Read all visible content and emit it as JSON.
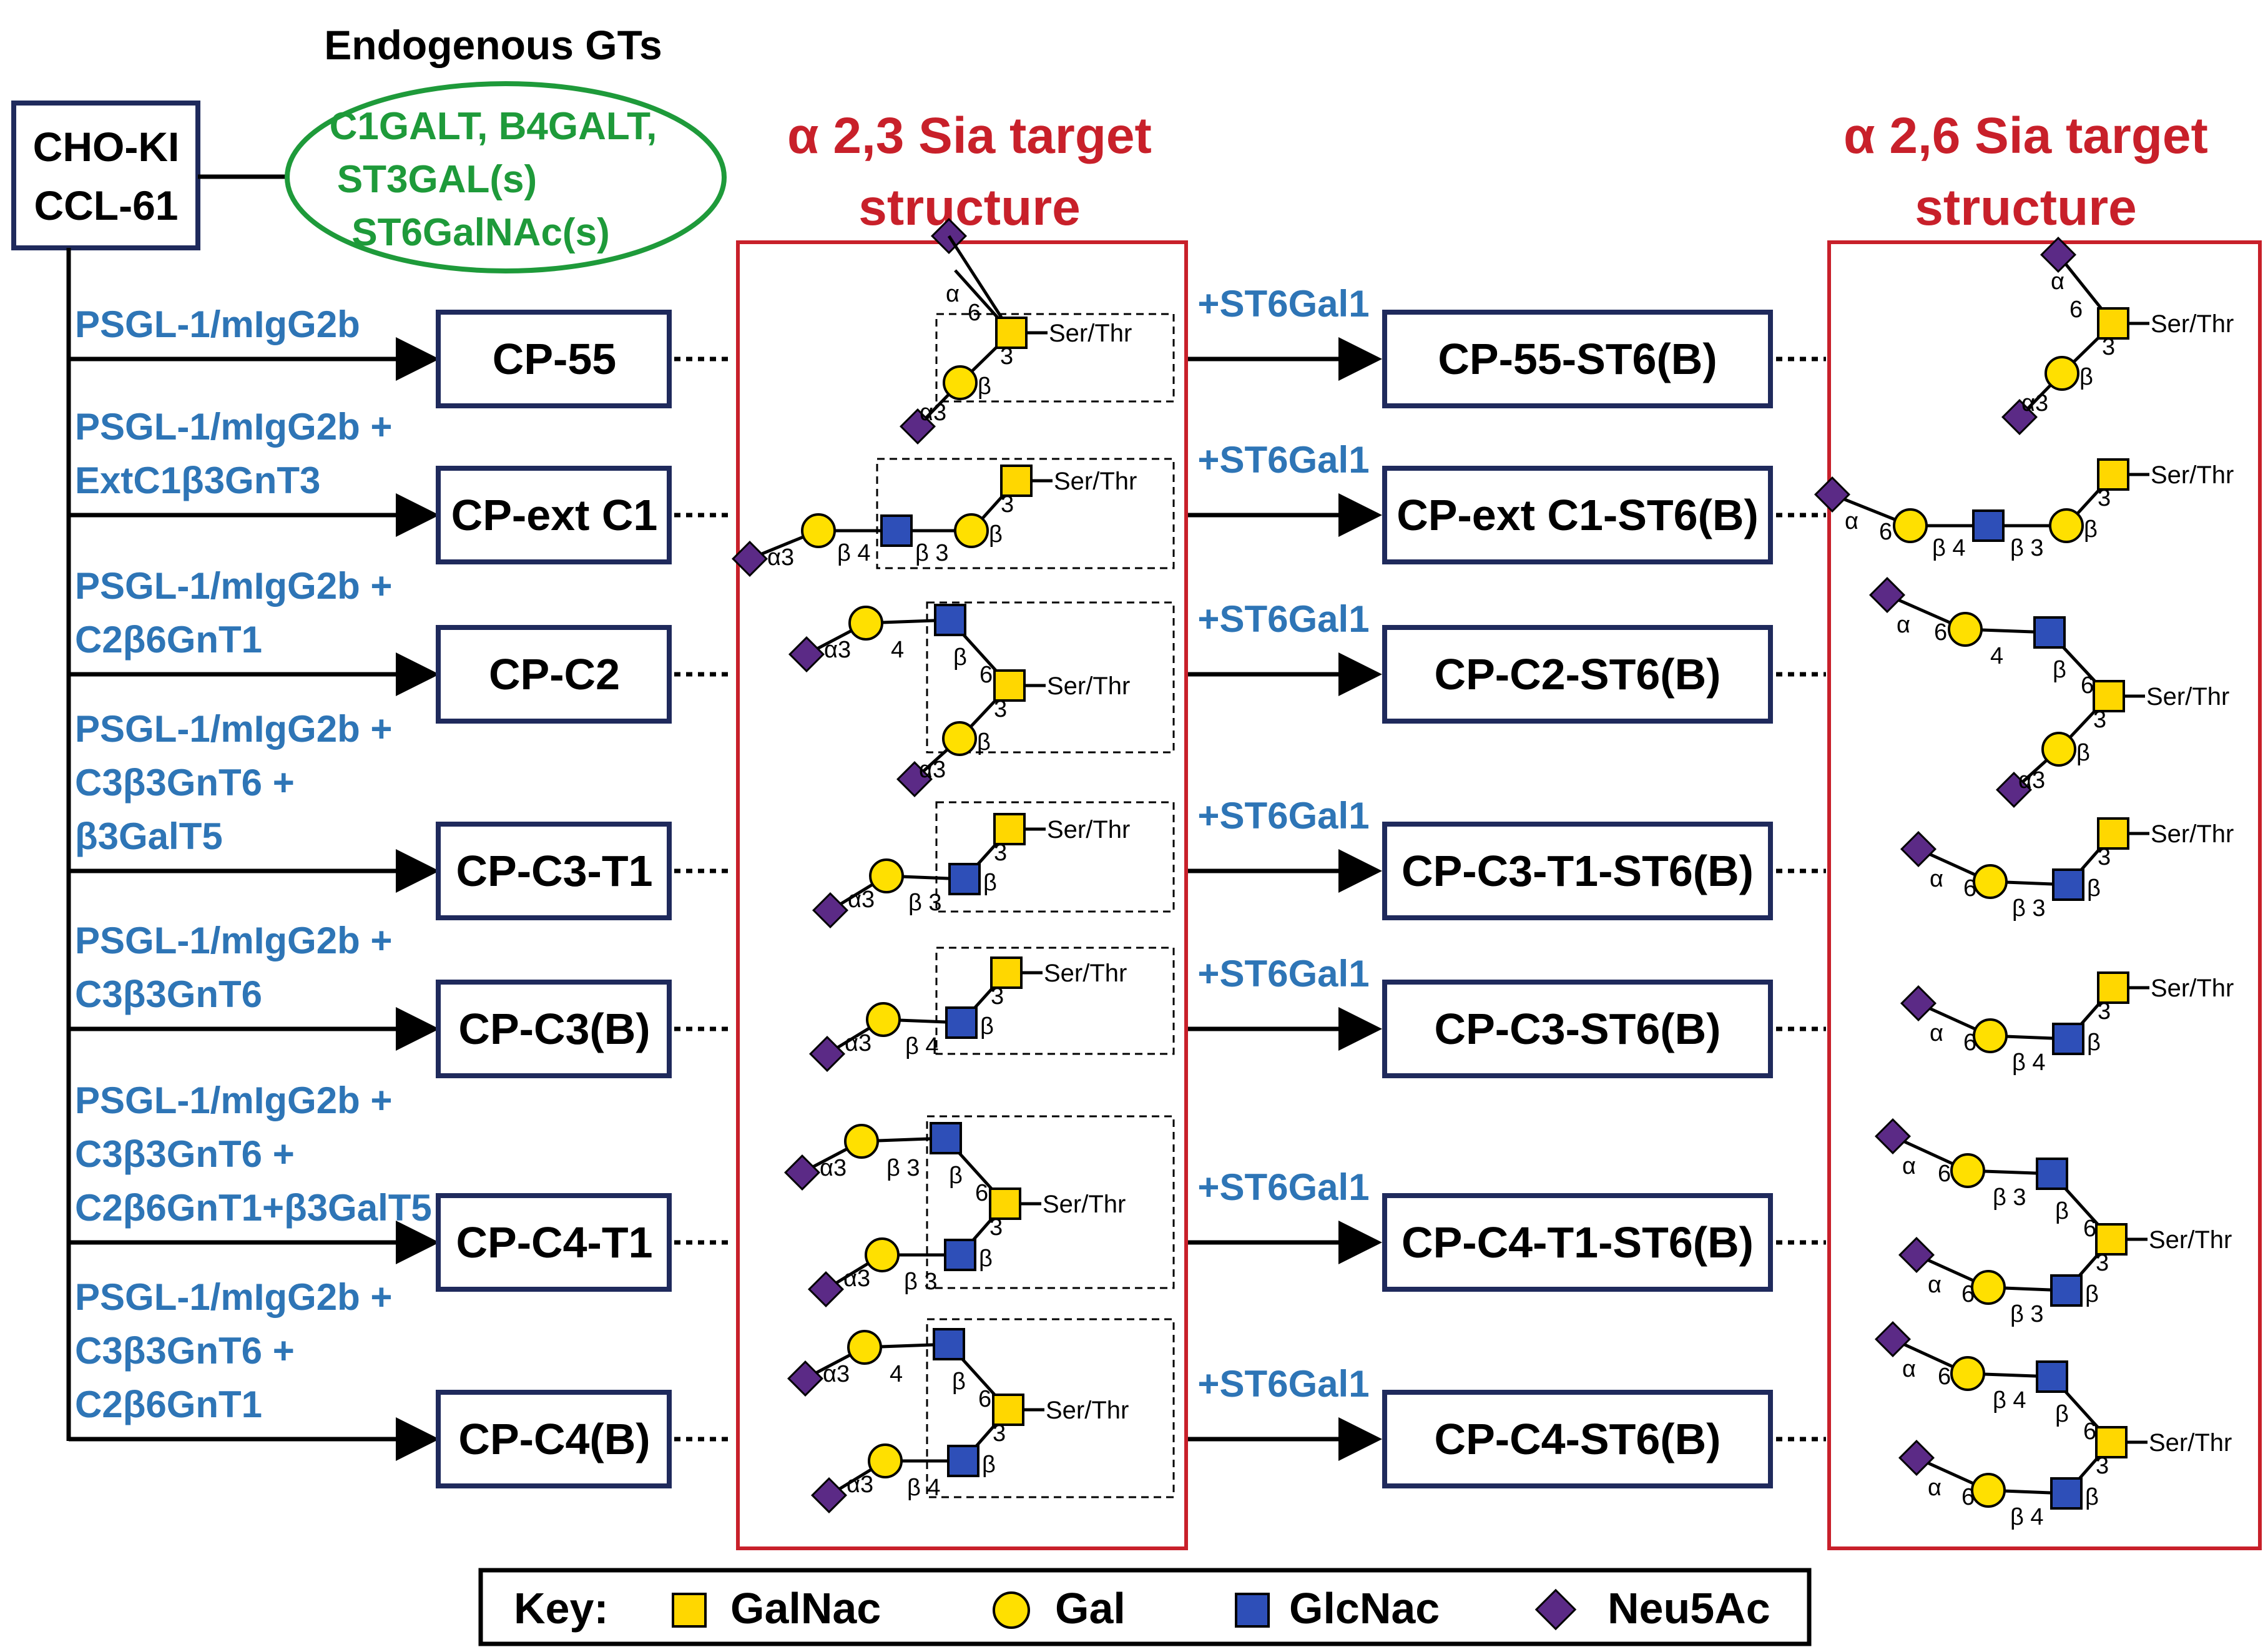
{
  "header": {
    "endogenous_title": "Endogenous GTs",
    "host_cell": [
      "CHO-KI",
      "CCL-61"
    ],
    "endogenous_genes": [
      "C1GALT, B4GALT,",
      "ST3GAL(s)",
      "ST6GalNAc(s)"
    ],
    "a23_title": [
      "α 2,3 Sia target",
      "structure"
    ],
    "a26_title": [
      "α 2,6 Sia target",
      "structure"
    ]
  },
  "colors": {
    "blue_label": "#2E75B6",
    "green": "#1E9A3A",
    "red": "#C8202A",
    "navy": "#1F2A5C",
    "galnac": "#FFD700",
    "gal": "#FFE000",
    "glcnac": "#2E4FB8",
    "neu5ac": "#5B2A86"
  },
  "rows": [
    {
      "transfection": [
        "PSGL-1/mIgG2b"
      ],
      "line": "CP-55",
      "enzyme": "+ST6Gal1",
      "product": "CP-55-ST6(B)"
    },
    {
      "transfection": [
        "PSGL-1/mIgG2b +",
        "ExtC1β3GnT3"
      ],
      "line": "CP-ext C1",
      "enzyme": "+ST6Gal1",
      "product": "CP-ext C1-ST6(B)"
    },
    {
      "transfection": [
        "PSGL-1/mIgG2b +",
        "C2β6GnT1"
      ],
      "line": "CP-C2",
      "enzyme": "+ST6Gal1",
      "product": "CP-C2-ST6(B)"
    },
    {
      "transfection": [
        "PSGL-1/mIgG2b +",
        "C3β3GnT6 +",
        "β3GalT5"
      ],
      "line": "CP-C3-T1",
      "enzyme": "+ST6Gal1",
      "product": "CP-C3-T1-ST6(B)"
    },
    {
      "transfection": [
        "PSGL-1/mIgG2b +",
        "C3β3GnT6"
      ],
      "line": "CP-C3(B)",
      "enzyme": "+ST6Gal1",
      "product": "CP-C3-ST6(B)"
    },
    {
      "transfection": [
        "PSGL-1/mIgG2b +",
        "C3β3GnT6 +",
        "C2β6GnT1+β3GalT5"
      ],
      "line": "CP-C4-T1",
      "enzyme": "+ST6Gal1",
      "product": "CP-C4-T1-ST6(B)"
    },
    {
      "transfection": [
        "PSGL-1/mIgG2b +",
        "C3β3GnT6 +",
        "C2β6GnT1"
      ],
      "line": "CP-C4(B)",
      "enzyme": "+ST6Gal1",
      "product": "CP-C4-ST6(B)"
    }
  ],
  "glycan_labels": {
    "ser_thr": "Ser/Thr",
    "alpha": "α",
    "beta": "β",
    "a3": "α3",
    "b3": "β 3",
    "b4": "β 4",
    "n3": "3",
    "n4": "4",
    "n6": "6"
  },
  "key": {
    "title": "Key:",
    "items": [
      {
        "shape": "square",
        "label": "GalNac"
      },
      {
        "shape": "circle",
        "label": "Gal"
      },
      {
        "shape": "square-blue",
        "label": "GlcNac"
      },
      {
        "shape": "diamond",
        "label": "Neu5Ac"
      }
    ]
  }
}
